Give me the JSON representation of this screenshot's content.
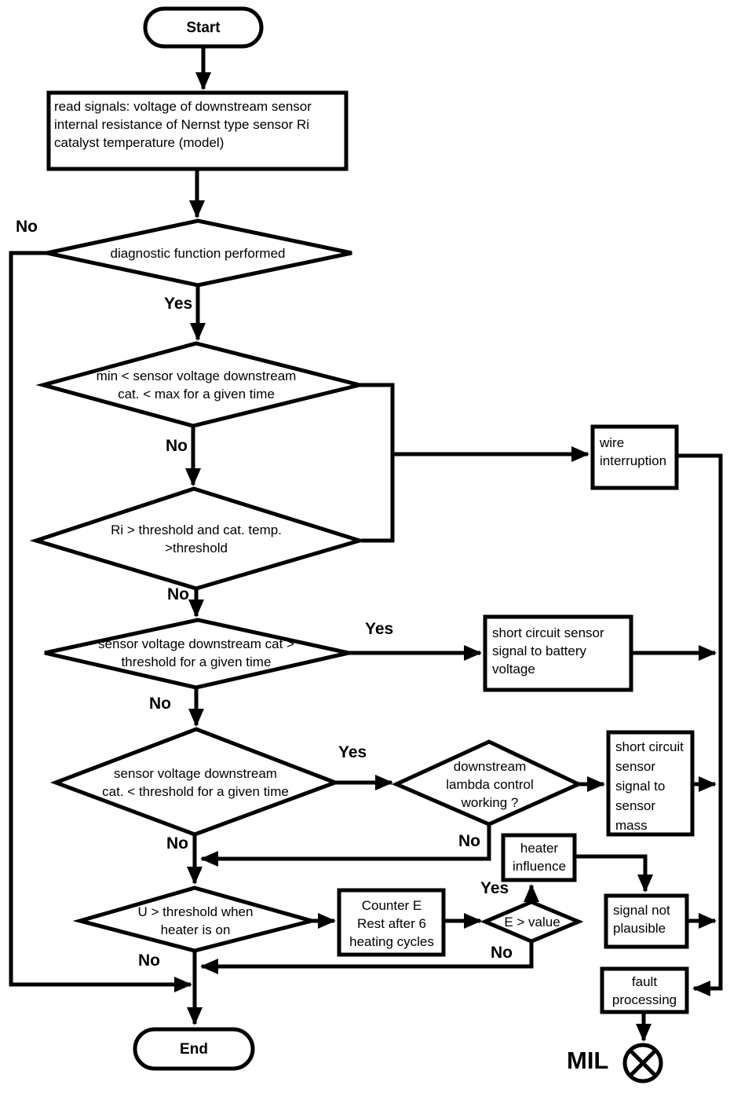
{
  "diagram_title": "downstream lambda sensor diagnostic flowchart",
  "colors": {
    "line": "#000000",
    "background": "#ffffff",
    "text": "#000000"
  },
  "nodes": {
    "start": "Start",
    "read_signals": "read signals: voltage of downstream sensor\ninternal resistance of Nernst type sensor Ri\ncatalyst temperature (model)",
    "diag_performed": "diagnostic function performed",
    "voltage_in_range": "min < sensor voltage downstream\ncat. < max for a given time",
    "ri_threshold": "Ri > threshold and cat. temp.\n>threshold",
    "wire_interruption": "wire\ninterruption",
    "voltage_above": "sensor voltage downstream cat >\nthreshold for a given time",
    "short_battery": "short circuit sensor\nsignal to battery\nvoltage",
    "voltage_below": "sensor voltage downstream\ncat. < threshold for a given time",
    "lambda_working": "downstream\nlambda control\nworking ?",
    "short_mass": "short circuit\nsensor\nsignal to\nsensor\nmass",
    "heater_influence": "heater\ninfluence",
    "u_threshold": "U > threshold when\nheater is on",
    "counter_e": "Counter E\nRest after 6\nheating cycles",
    "e_value": "E > value",
    "signal_not_plausible": "signal not\nplausible",
    "fault_processing": "fault\nprocessing",
    "end": "End",
    "mil": "MIL"
  },
  "edge_labels": {
    "diag_no": "No",
    "diag_yes": "Yes",
    "range_no": "No",
    "ri_no": "No",
    "above_yes": "Yes",
    "above_no": "No",
    "below_yes": "Yes",
    "below_no": "No",
    "lambda_no": "No",
    "e_yes": "Yes",
    "e_no": "No",
    "u_no": "No"
  }
}
